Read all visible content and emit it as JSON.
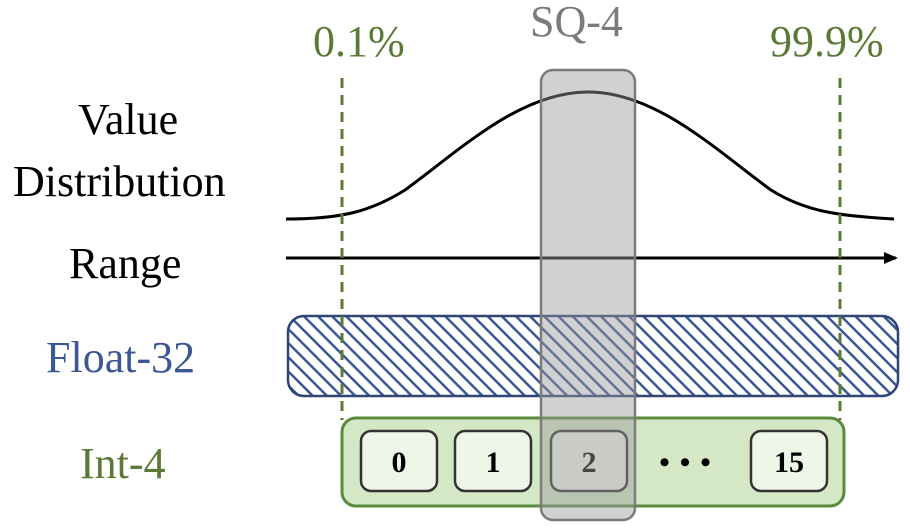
{
  "labels": {
    "low_pct": "0.1%",
    "sq": "SQ-4",
    "high_pct": "99.9%",
    "value_line1": "Value",
    "value_line2": "Distribution",
    "range": "Range",
    "float": "Float-32",
    "int": "Int-4"
  },
  "int_cells": [
    "0",
    "1",
    "2",
    "15"
  ],
  "ellipsis": "•••",
  "colors": {
    "green": "#5a7a35",
    "blue": "#3b5795",
    "sq_gray": "#7b7b7b",
    "int_fill": "#d5e8c6",
    "cell_fill": "#eef6e8"
  }
}
